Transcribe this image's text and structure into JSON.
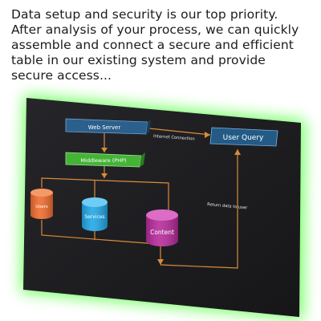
{
  "intro": {
    "lines": [
      "Data setup and security is our top priority.",
      "After analysis of your process, we can quickly",
      "assemble and connect a secure and efficient",
      "table in our existing system and provide",
      "secure access..."
    ]
  },
  "diagram": {
    "web_server": "Web Server",
    "middleware": "Middleware (PHP)",
    "user_query": "User Query",
    "internet_connection": "Internet Connection",
    "return_data": "Return data to user",
    "users": "Users",
    "services": "Services",
    "content": "Content"
  },
  "colors": {
    "board": "#1e1e20",
    "glow": "#5cff4a",
    "line": "#d98b3a",
    "web_server": "#2b5f8c",
    "user_query": "#235a86",
    "middleware": "#44b336",
    "users": "#ef6a2c",
    "services": "#1ea6e6",
    "content": "#b6289a"
  }
}
